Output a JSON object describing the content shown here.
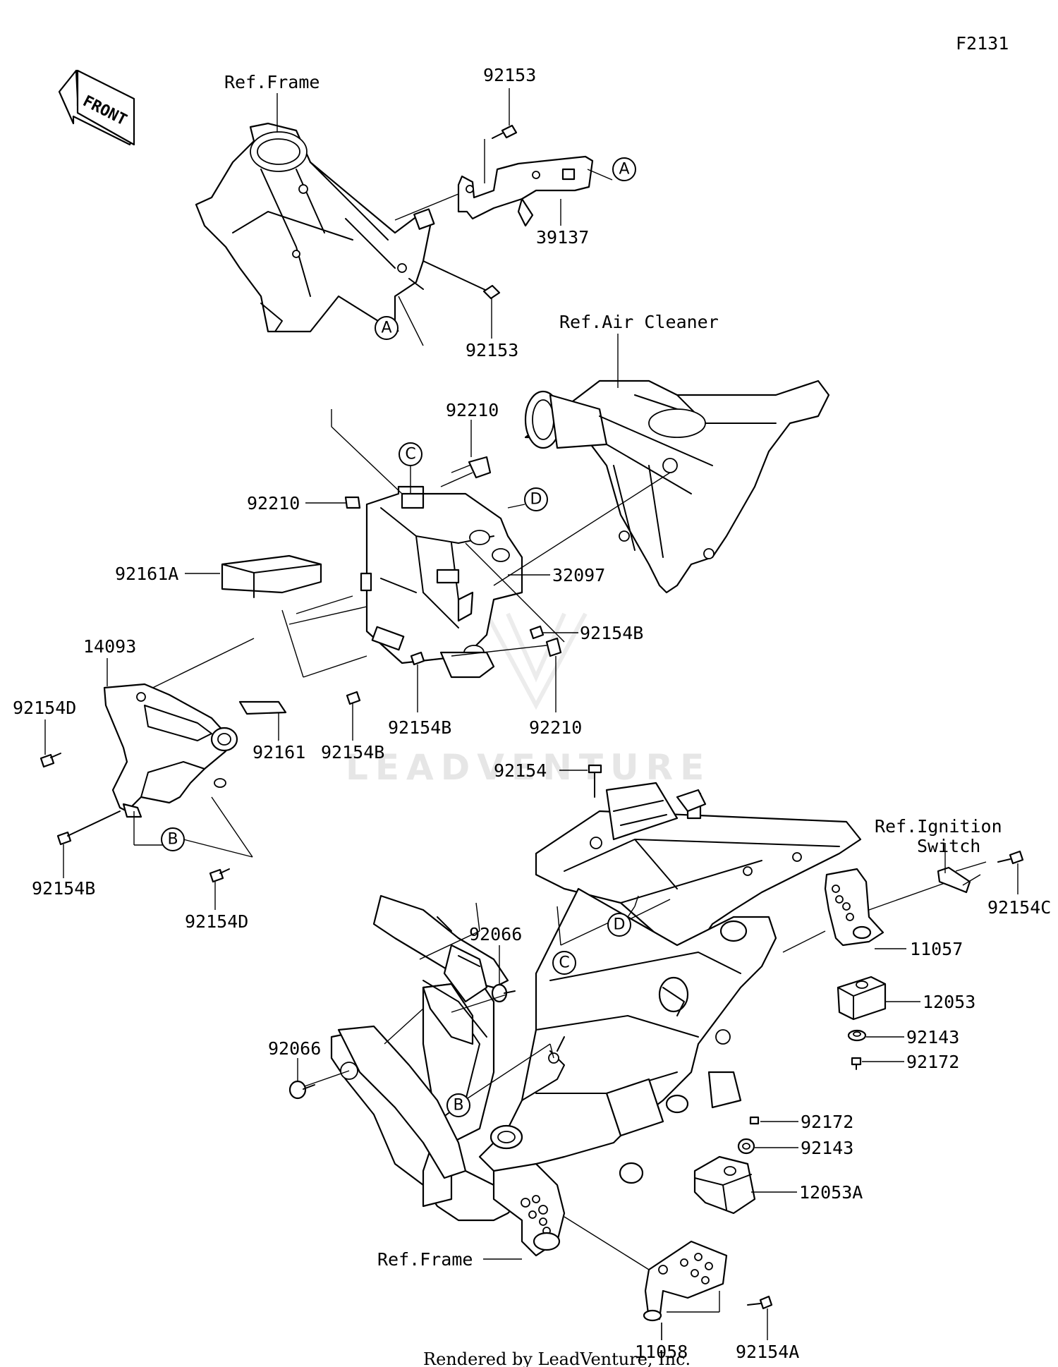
{
  "diagram": {
    "code": "F2131",
    "front_label": "FRONT",
    "footer": "Rendered by LeadVenture, Inc.",
    "watermark": "LEADVENTURE",
    "refs": {
      "frame_top": "Ref.Frame",
      "air_cleaner": "Ref.Air Cleaner",
      "ignition_line1": "Ref.Ignition",
      "ignition_line2": "Switch",
      "frame_bottom": "Ref.Frame"
    },
    "callouts": {
      "a1": "A",
      "a2": "A",
      "b1": "B",
      "b2": "B",
      "c1": "C",
      "c2": "C",
      "d1": "D",
      "d2": "D"
    },
    "parts": {
      "p92153_top": "92153",
      "p92153_bot": "92153",
      "p39137": "39137",
      "p92210_top": "92210",
      "p92210_left": "92210",
      "p92210_bot": "92210",
      "p92161A": "92161A",
      "p32097": "32097",
      "p92154B_right": "92154B",
      "p14093": "14093",
      "p92154D_left": "92154D",
      "p92161": "92161",
      "p92154B_mid": "92154B",
      "p92154B_mid2": "92154B",
      "p92154": "92154",
      "p92154B_bot": "92154B",
      "p92154D_bot": "92154D",
      "p92154C": "92154C",
      "p92066_top": "92066",
      "p92066_left": "92066",
      "p11057": "11057",
      "p12053": "12053",
      "p92143_top": "92143",
      "p92172_top": "92172",
      "p92172_bot": "92172",
      "p92143_bot": "92143",
      "p12053A": "12053A",
      "p11058": "11058",
      "p92154A": "92154A"
    }
  }
}
